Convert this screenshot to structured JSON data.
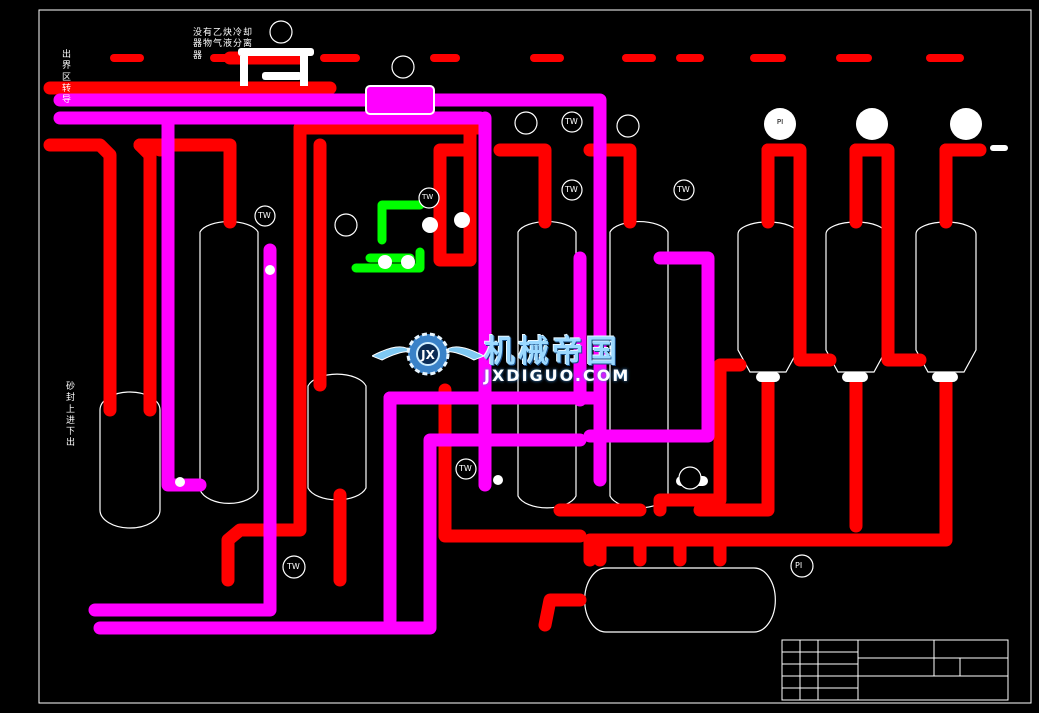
{
  "notes": {
    "battery_limit": "出\n界\n区\n转\n导",
    "ethylene_note": "没有乙炔冷却\n器物气液分离\n器",
    "sand_seal": "砂\n封\n上\n进\n下\n出"
  },
  "instruments": {
    "top_ball": "PI",
    "tw1": "TW",
    "tw2": "TW",
    "tw3": "TW",
    "tw4": "TW",
    "tw5": "TW",
    "tw6": "TW",
    "tw7": "TW",
    "pi_drum": "PI"
  },
  "watermark": {
    "cn": "机械帝国",
    "en": "JXDIGUO.COM"
  },
  "colors": {
    "background": "#000000",
    "outline": "#ffffff",
    "steam_line": "#ff0000",
    "process_line": "#ff00ff",
    "green_line": "#00ff00"
  }
}
